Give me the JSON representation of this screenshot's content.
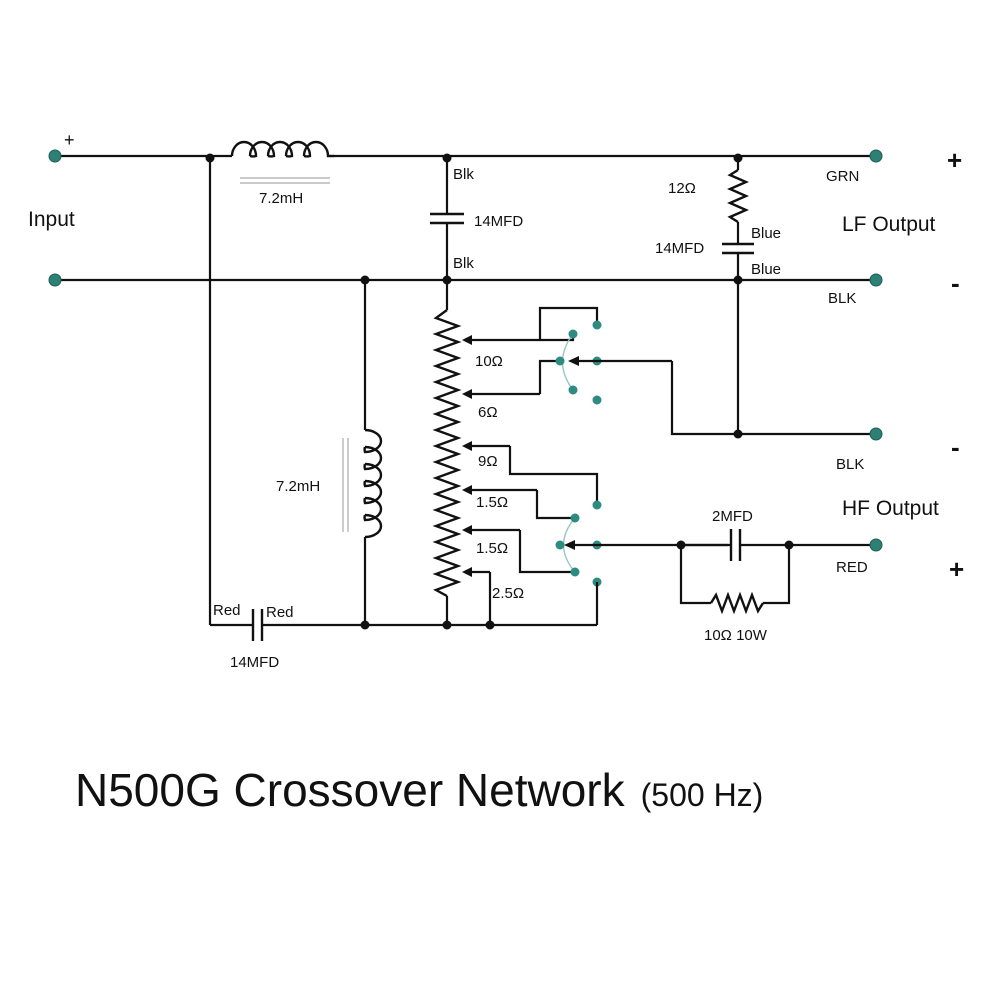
{
  "labels": {
    "input": "Input",
    "input_plus": "+",
    "l_series": "7.2mH",
    "c_series": "14MFD",
    "c_series_top": "Blk",
    "c_series_bottom": "Blk",
    "r_lf": "12Ω",
    "c_lf": "14MFD",
    "c_lf_top": "Blue",
    "c_lf_bottom": "Blue",
    "grn": "GRN",
    "blk_lf": "BLK",
    "lf_output": "LF Output",
    "lf_plus": "+",
    "lf_minus": "-",
    "tap_10": "10Ω",
    "tap_6": "6Ω",
    "tap_9": "9Ω",
    "tap_15a": "1.5Ω",
    "tap_15b": "1.5Ω",
    "tap_25": "2.5Ω",
    "l_shunt": "7.2mH",
    "c_shunt_left": "Red",
    "c_shunt_right": "Red",
    "c_shunt": "14MFD",
    "c_hf": "2MFD",
    "r_hf": "10Ω 10W",
    "hf_output": "HF Output",
    "hf_minus": "-",
    "hf_plus": "+",
    "blk_hf": "BLK",
    "red_hf": "RED"
  },
  "title": {
    "main": "N500G Crossover Network",
    "sub": "(500 Hz)"
  },
  "colors": {
    "line": "#111111",
    "terminal": "#2e7f74",
    "switch_contact": "#2e8b80"
  }
}
